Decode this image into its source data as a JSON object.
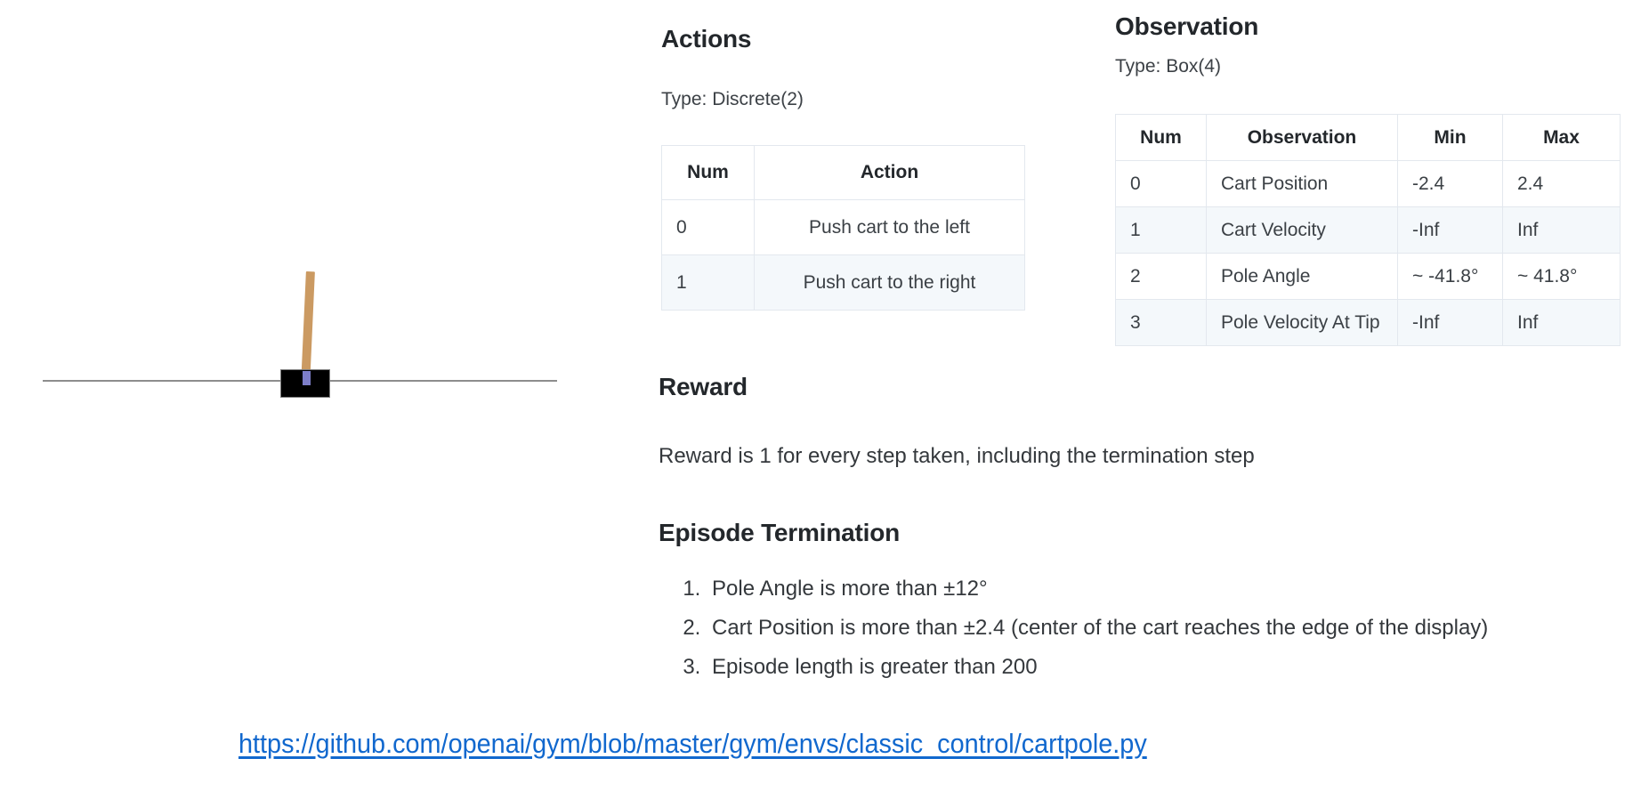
{
  "figure": {
    "name": "CartPole environment rendering",
    "elements": {
      "track_label": "track",
      "cart_label": "cart",
      "pole_label": "pole",
      "axle_label": "axle"
    },
    "colors": {
      "cart": "#000000",
      "pole": "#cb9a62",
      "axle": "#7d7ec8",
      "track": "#8d8d8d"
    }
  },
  "actions": {
    "heading": "Actions",
    "type_line": "Type: Discrete(2)",
    "table": {
      "headers": [
        "Num",
        "Action"
      ],
      "rows": [
        [
          "0",
          "Push cart to the left"
        ],
        [
          "1",
          "Push cart to the right"
        ]
      ]
    }
  },
  "observation": {
    "heading": "Observation",
    "type_line": "Type: Box(4)",
    "table": {
      "headers": [
        "Num",
        "Observation",
        "Min",
        "Max"
      ],
      "rows": [
        [
          "0",
          "Cart Position",
          "-2.4",
          "2.4"
        ],
        [
          "1",
          "Cart Velocity",
          "-Inf",
          "Inf"
        ],
        [
          "2",
          "Pole Angle",
          "~ -41.8°",
          "~ 41.8°"
        ],
        [
          "3",
          "Pole Velocity At Tip",
          "-Inf",
          "Inf"
        ]
      ]
    }
  },
  "reward": {
    "heading": "Reward",
    "text": "Reward is 1 for every step taken, including the termination step"
  },
  "termination": {
    "heading": "Episode Termination",
    "items": [
      "Pole Angle is more than ±12°",
      "Cart Position is more than ±2.4 (center of the cart reaches the edge of the display)",
      "Episode length is greater than 200"
    ]
  },
  "source": {
    "url_text": "https://github.com/openai/gym/blob/master/gym/envs/classic_control/cartpole.py",
    "color": "#1168ce"
  }
}
